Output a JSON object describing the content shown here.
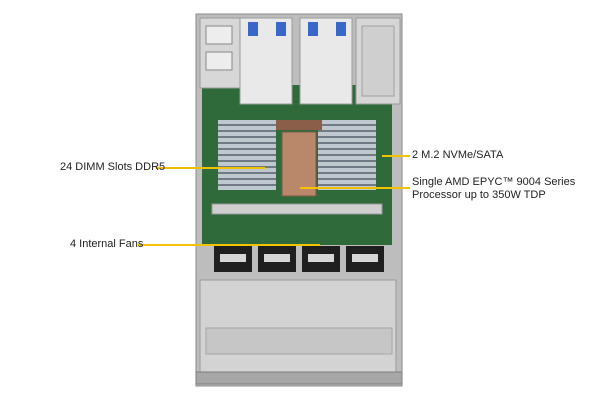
{
  "labels": {
    "dimm": "24 DIMM Slots DDR5",
    "m2": "2 M.2 NVMe/SATA",
    "cpu_line1": "Single AMD EPYC™ 9004 Series",
    "cpu_line2": "Processor up to 350W TDP",
    "fans": "4 Internal  Fans"
  },
  "colors": {
    "callout": "#f2c200",
    "pcb": "#2f6b3a",
    "chassis": "#c9c9c9"
  }
}
